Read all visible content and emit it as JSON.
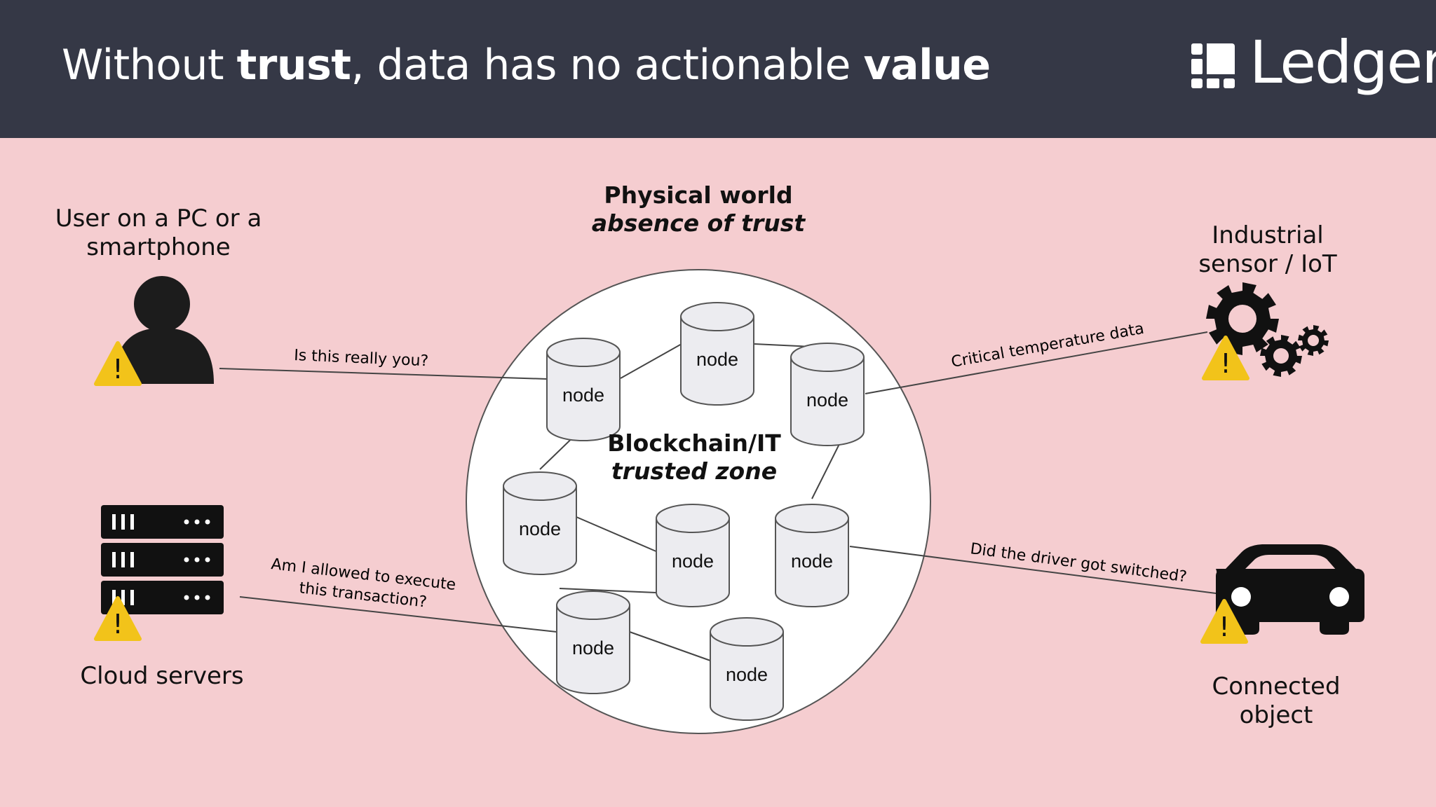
{
  "slide": {
    "title_parts": [
      {
        "text": "Without ",
        "bold": false
      },
      {
        "text": "trust",
        "bold": true
      },
      {
        "text": ", data has no actionable ",
        "bold": false
      },
      {
        "text": "value",
        "bold": true
      }
    ],
    "logo_text": "Ledger"
  },
  "physical": {
    "title": "Physical world",
    "subtitle": "absence of trust"
  },
  "blockchain": {
    "title": "Blockchain/IT",
    "subtitle": "trusted zone"
  },
  "node_label": "node",
  "entities": {
    "user": {
      "line1": "User on a PC or a",
      "line2": "smartphone"
    },
    "sensor": {
      "line1": "Industrial",
      "line2": "sensor / IoT"
    },
    "cloud": {
      "line1": "Cloud servers"
    },
    "car": {
      "line1": "Connected",
      "line2": "object"
    }
  },
  "questions": {
    "user": "Is this really you?",
    "sensor": "Critical temperature data",
    "cloud_line1": "Am I allowed to execute",
    "cloud_line2": "this transaction?",
    "car": "Did the driver got switched?"
  },
  "warning_symbol": "!",
  "colors": {
    "header": "#353846",
    "background": "#f5cdd0",
    "warning": "#f2c31a",
    "node_fill": "#ececf0"
  }
}
